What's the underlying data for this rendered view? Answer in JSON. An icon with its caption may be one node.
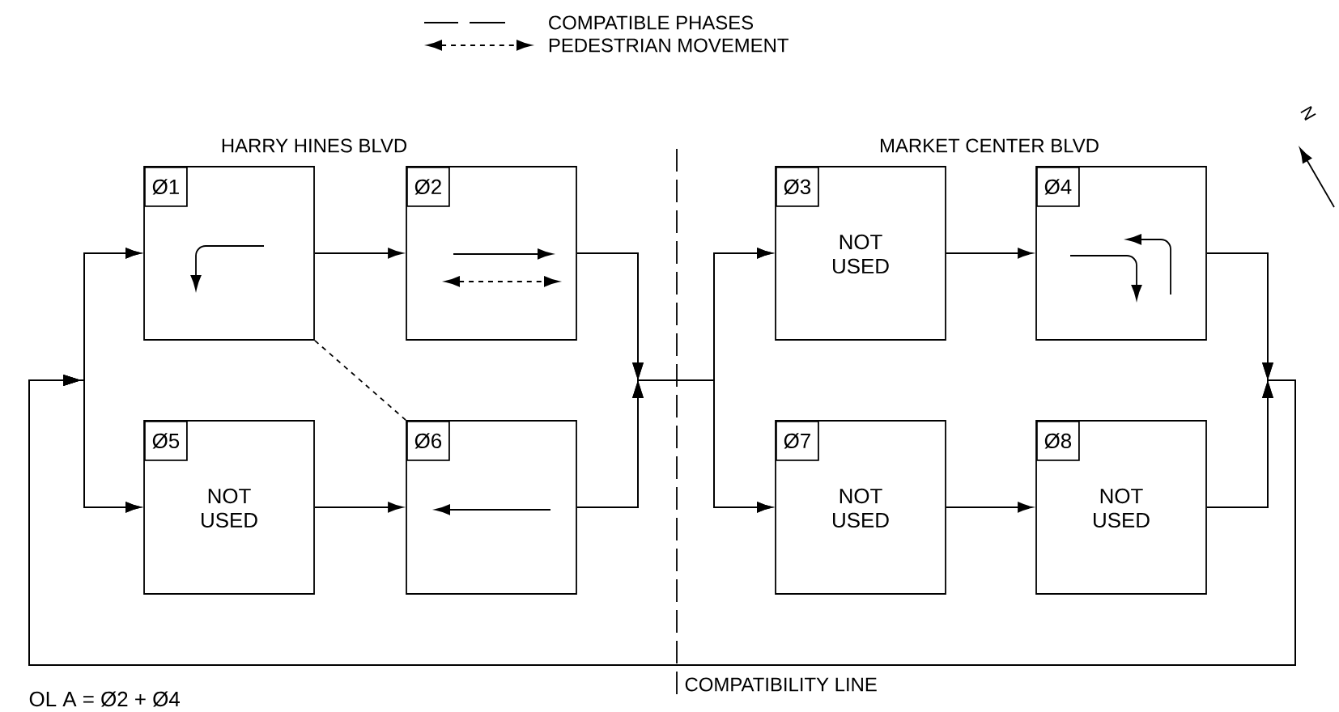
{
  "diagram": {
    "nodes": [
      {
        "text": [
          "Ø1"
        ]
      },
      {
        "text": [
          "Ø2"
        ]
      },
      {
        "text": [
          "Ø3",
          "NOT USED"
        ]
      },
      {
        "text": [
          "Ø4"
        ]
      },
      {
        "text": [
          "Ø5",
          "NOT USED"
        ]
      },
      {
        "text": [
          "Ø6"
        ]
      },
      {
        "text": [
          "Ø7",
          "NOT USED"
        ]
      },
      {
        "text": [
          "Ø8",
          "NOT USED"
        ]
      }
    ],
    "edges": [
      {
        "from": 0,
        "to": 1,
        "arrow": "to"
      },
      {
        "from": 4,
        "to": 5,
        "arrow": "to"
      },
      {
        "from": 2,
        "to": 3,
        "arrow": "to"
      },
      {
        "from": 6,
        "to": 7,
        "arrow": "to"
      },
      {
        "from": 1,
        "to": 2,
        "arrow": "to"
      },
      {
        "from": 1,
        "to": 6,
        "arrow": "to"
      },
      {
        "from": 5,
        "to": 2,
        "arrow": "to"
      },
      {
        "from": 5,
        "to": 6,
        "arrow": "to"
      },
      {
        "from": 3,
        "to": 0,
        "arrow": "to"
      },
      {
        "from": 3,
        "to": 4,
        "arrow": "to"
      },
      {
        "from": 7,
        "to": 0,
        "arrow": "to"
      },
      {
        "from": 7,
        "to": 4,
        "arrow": "to"
      },
      {
        "from": 0,
        "to": 5,
        "arrow": "none",
        "style": "dashed"
      }
    ],
    "labels": [
      "HARRY HINES BLVD",
      "MARKET CENTER BLVD",
      "N",
      "OL A = Ø2 + Ø4",
      "COMPATIBILITY LINE"
    ],
    "legend": [
      {
        "text": "COMPATIBLE PHASES"
      },
      {
        "text": "PEDESTRIAN MOVEMENT"
      }
    ]
  }
}
